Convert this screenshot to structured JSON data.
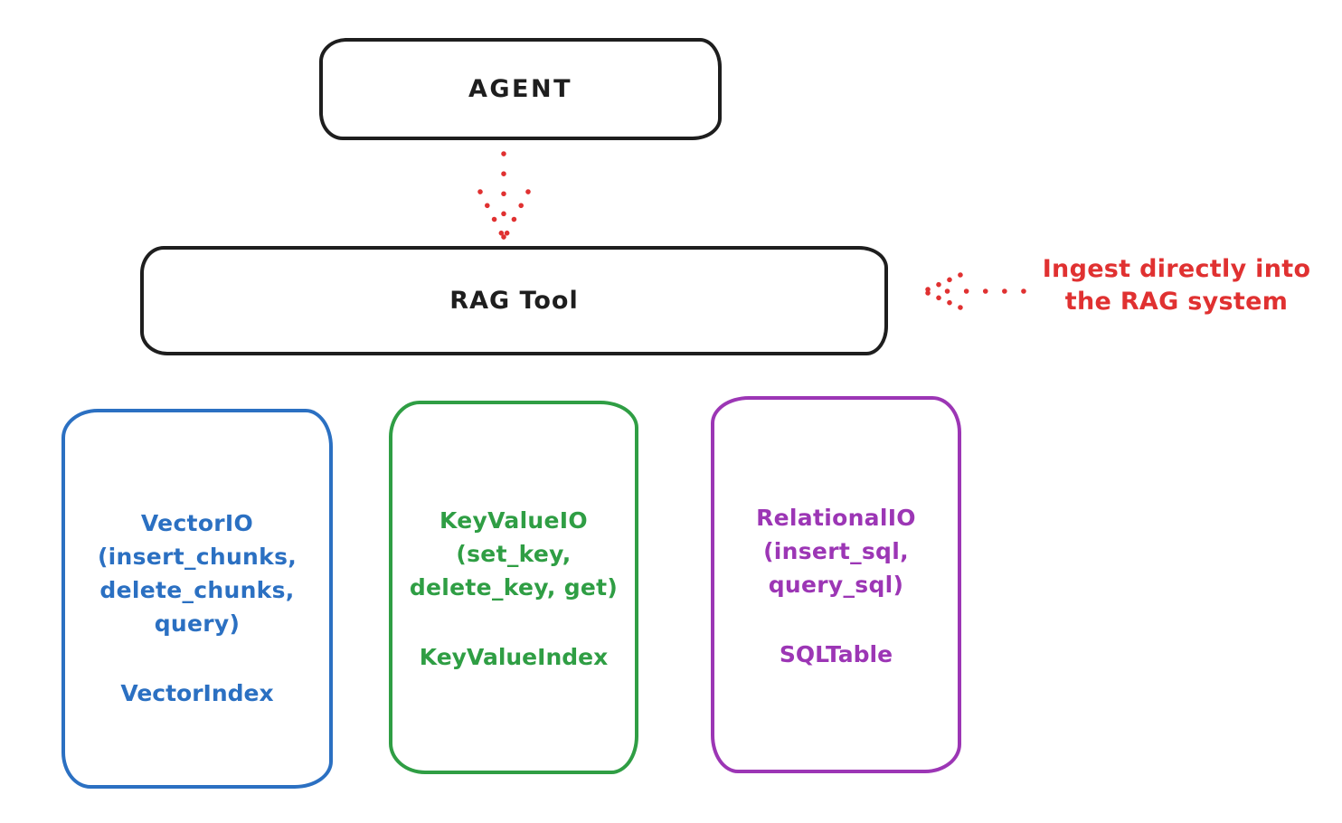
{
  "diagram": {
    "agent": {
      "label": "AGENT"
    },
    "rag_tool": {
      "label": "RAG Tool"
    },
    "annotation": {
      "line1": "Ingest directly into",
      "line2": "the RAG system",
      "color": "#e03131"
    },
    "arrows": [
      {
        "name": "agent-to-rag-arrow",
        "style": "dotted",
        "color": "#e03131",
        "direction": "down"
      },
      {
        "name": "ingest-annotation-arrow",
        "style": "dotted",
        "color": "#e03131",
        "direction": "left"
      }
    ],
    "colors": {
      "background": "#ffffff",
      "stroke": "#1e1e1e",
      "red": "#e03131",
      "blue": "#2b70c2",
      "green": "#2f9e44",
      "purple": "#9c36b5"
    },
    "cards": [
      {
        "id": "vector-io",
        "color": "#2b70c2",
        "lines": [
          "VectorIO",
          "(insert_chunks,",
          "delete_chunks,",
          "query)"
        ],
        "index_label": "VectorIndex"
      },
      {
        "id": "keyvalue-io",
        "color": "#2f9e44",
        "lines": [
          "KeyValueIO",
          "(set_key,",
          "delete_key, get)"
        ],
        "index_label": "KeyValueIndex"
      },
      {
        "id": "relational-io",
        "color": "#9c36b5",
        "lines": [
          "RelationalIO",
          "(insert_sql,",
          "query_sql)"
        ],
        "index_label": "SQLTable"
      }
    ]
  }
}
